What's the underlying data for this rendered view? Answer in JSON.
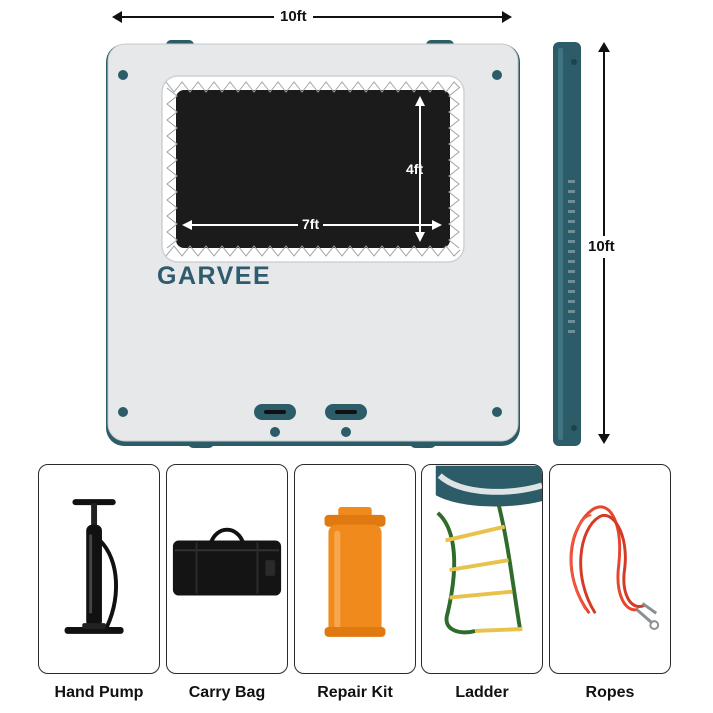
{
  "dimensions": {
    "top_width": "10ft",
    "side_length": "10ft",
    "net_height": "4ft",
    "net_width": "7ft"
  },
  "brand": {
    "name": "GARVEE"
  },
  "accessories": [
    {
      "label": "Hand Pump"
    },
    {
      "label": "Carry Bag"
    },
    {
      "label": "Repair Kit"
    },
    {
      "label": "Ladder"
    },
    {
      "label": "Ropes"
    }
  ],
  "colors": {
    "teal": "#2b5c68",
    "board": "#e6e8ea",
    "net": "#1b1b1b",
    "orange": "#f08a1c",
    "rope": "#e8452e"
  }
}
